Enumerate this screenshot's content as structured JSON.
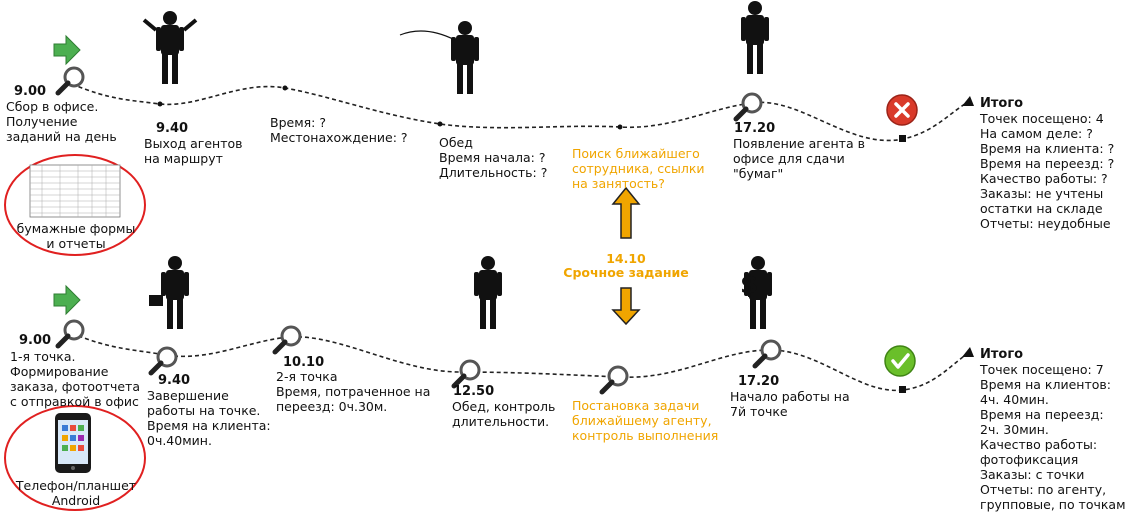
{
  "colors": {
    "accent_orange": "#f0a500",
    "circle_red": "#e02020",
    "arrow_green": "#4caf50",
    "ok_green": "#6abf2a",
    "fail_red": "#d93a2a"
  },
  "top": {
    "start_time": "9.00",
    "start_text": "Сбор в офисе.\nПолучение\nзаданий на день",
    "paper_label": "бумажные формы\nи отчеты",
    "exit_time": "9.40",
    "exit_text": "Выход агентов\nна маршрут",
    "unknown_text": "Время:  ?\nМестонахождение: ?",
    "lunch_text": "Обед\nВремя начала: ?\nДлительность:  ?",
    "search_text": "Поиск ближайшего\nсотрудника, ссылки\nна занятость?",
    "arrive_time": "17.20",
    "arrive_text": "Появление агента в\nофисе для  сдачи\n\"бумаг\"",
    "total_title": "Итого",
    "total_text": "Точек посещено: 4\nНа самом деле: ?\nВремя на клиента: ?\nВремя на переезд: ?\nКачество работы: ?\nЗаказы:  не учтены\nостатки на складе\nОтчеты: неудобные"
  },
  "middle": {
    "urgent_time": "14.10",
    "urgent_text": "Срочное  задание"
  },
  "bottom": {
    "start_time": "9.00",
    "start_text": "1-я точка.\nФормирование\nзаказа, фотоотчета\nс отправкой в офис",
    "device_label": "Телефон/планшет\nAndroid",
    "finish_time": "9.40",
    "finish_text": "Завершение\nработы на  точке.\nВремя на клиента:\n0ч.40мин.",
    "second_time": "10.10",
    "second_text": "2-я точка\nВремя, потраченное на\nпереезд: 0ч.30м.",
    "lunch_time": "12.50",
    "lunch_text": "Обед, контроль\nдлительности.",
    "task_text": "Постановка задачи\nближайшему агенту,\nконтроль выполнения",
    "start7_time": "17.20",
    "start7_text": "Начало работы на\n7й точке",
    "total_title": "Итого",
    "total_text": "Точек посещено: 7\nВремя на клиентов:\n4ч. 40мин.\nВремя на переезд:\n2ч. 30мин.\nКачество работы:\nфотофиксация\nЗаказы:  с точки\nОтчеты: по агенту,\nгрупповые, по точкам"
  }
}
